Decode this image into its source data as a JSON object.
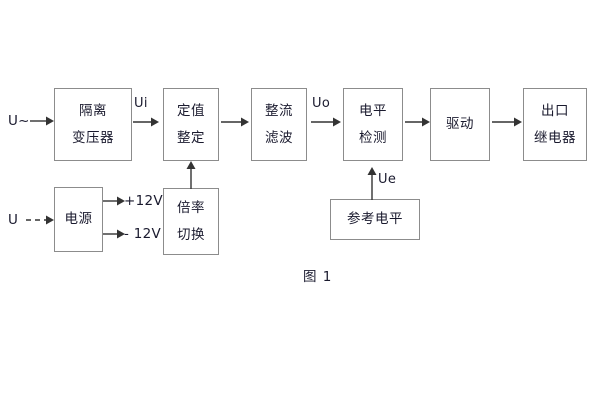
{
  "diagram": {
    "caption": "图 1",
    "stroke_color": "#8c8c8c",
    "arrow_color": "#333333",
    "text_color": "#1a1a2e",
    "background": "#ffffff",
    "blocks": [
      {
        "id": "isolation-transformer",
        "lines": [
          "隔离",
          "变压器"
        ]
      },
      {
        "id": "setting-value",
        "lines": [
          "定值",
          "整定"
        ]
      },
      {
        "id": "rectifier-filter",
        "lines": [
          "整流",
          "滤波"
        ]
      },
      {
        "id": "level-detection",
        "lines": [
          "电平",
          "检测"
        ]
      },
      {
        "id": "driver",
        "lines": [
          "驱动"
        ]
      },
      {
        "id": "output-relay",
        "lines": [
          "出口",
          "继电器"
        ]
      },
      {
        "id": "power-supply",
        "lines": [
          "电源"
        ]
      },
      {
        "id": "multiplier-switch",
        "lines": [
          "倍率",
          "切换"
        ]
      },
      {
        "id": "reference-level",
        "lines": [
          "参考电平"
        ]
      }
    ],
    "labels": {
      "input_ac": "U~",
      "input_dc": "U",
      "ui": "Ui",
      "uo": "Uo",
      "ue": "Ue",
      "plus12v": "+12V",
      "minus12v": "- 12V"
    }
  }
}
